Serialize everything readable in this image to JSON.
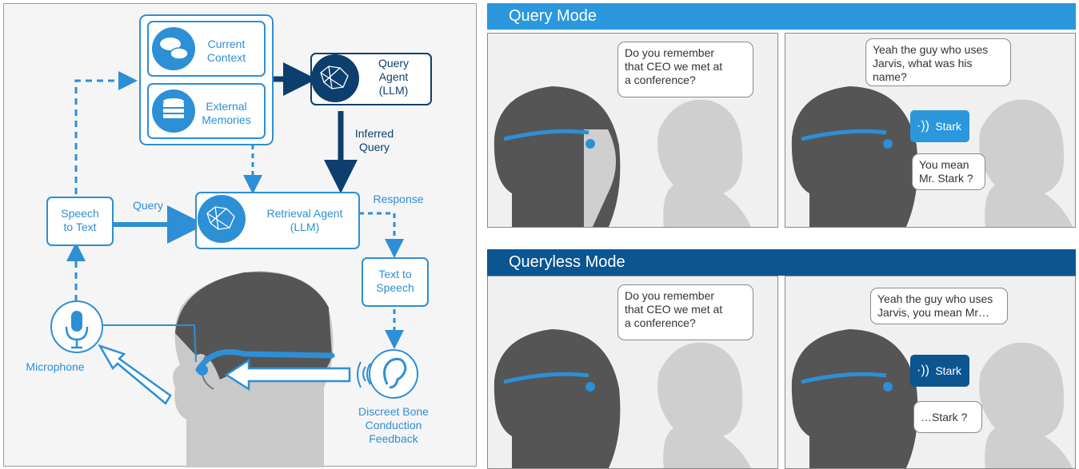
{
  "left": {
    "current_context": "Current\nContext",
    "external_memories": "External\nMemories",
    "query_agent": "Query\nAgent\n(LLM)",
    "inferred_query": "Inferred\nQuery",
    "query": "Query",
    "retrieval_agent": "Retrieval Agent\n(LLM)",
    "response": "Response",
    "speech_to_text": "Speech\nto Text",
    "text_to_speech": "Text to\nSpeech",
    "microphone": "Microphone",
    "feedback": "Discreet Bone\nConduction\nFeedback"
  },
  "query_mode": {
    "title": "Query Mode",
    "panel1_bubble": "Do you remember\nthat CEO we met at\na conference?",
    "panel2_bubble": "Yeah the guy who uses\nJarvis, what was his\nname?",
    "panel2_stark": "Stark",
    "panel2_reply": "You mean\nMr. Stark ?"
  },
  "queryless_mode": {
    "title": "Queryless Mode",
    "panel1_bubble": "Do you remember\nthat CEO we met at\na conference?",
    "panel2_bubble": "Yeah the guy who uses\nJarvis, you mean Mr…",
    "panel2_stark": "Stark",
    "panel2_reply": "…Stark ?"
  },
  "colors": {
    "accent": "#2d8fd5",
    "dark_blue": "#0d4c87",
    "query_bar": "#2b97dc",
    "queryless_bar": "#0b5591"
  }
}
